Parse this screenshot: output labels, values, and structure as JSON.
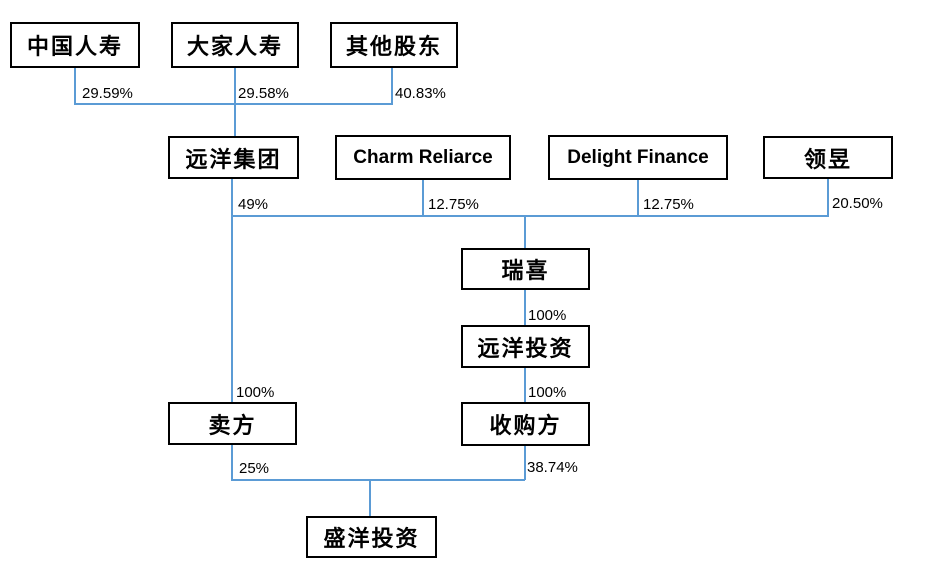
{
  "diagram": {
    "type": "shareholding-structure-flowchart",
    "background_color": "#ffffff",
    "box_border_color": "#000000",
    "connector_color": "#5B9BD5",
    "nodes": [
      {
        "id": "china-life",
        "label": "中国人寿"
      },
      {
        "id": "dajia-life",
        "label": "大家人寿"
      },
      {
        "id": "other-shareholders",
        "label": "其他股东"
      },
      {
        "id": "sino-ocean-group",
        "label": "远洋集团"
      },
      {
        "id": "charm-reliarce",
        "label": "Charm Reliarce"
      },
      {
        "id": "delight-finance",
        "label": "Delight Finance"
      },
      {
        "id": "lingyu",
        "label": "领昱"
      },
      {
        "id": "ruixi",
        "label": "瑞喜"
      },
      {
        "id": "sino-ocean-investment",
        "label": "远洋投资"
      },
      {
        "id": "seller",
        "label": "卖方"
      },
      {
        "id": "acquirer",
        "label": "收购方"
      },
      {
        "id": "shengyang-investment",
        "label": "盛洋投资"
      }
    ],
    "edges": [
      {
        "from": "中国人寿",
        "to": "远洋集团",
        "stake": "29.59%"
      },
      {
        "from": "大家人寿",
        "to": "远洋集团",
        "stake": "29.58%"
      },
      {
        "from": "其他股东",
        "to": "远洋集团",
        "stake": "40.83%"
      },
      {
        "from": "远洋集团",
        "to": "瑞喜",
        "stake": "49%"
      },
      {
        "from": "Charm Reliarce",
        "to": "瑞喜",
        "stake": "12.75%"
      },
      {
        "from": "Delight Finance",
        "to": "瑞喜",
        "stake": "12.75%"
      },
      {
        "from": "领昱",
        "to": "瑞喜",
        "stake": "20.50%"
      },
      {
        "from": "瑞喜",
        "to": "远洋投资",
        "stake": "100%"
      },
      {
        "from": "远洋投资",
        "to": "收购方",
        "stake": "100%"
      },
      {
        "from": "远洋集团",
        "to": "卖方",
        "stake": "100%"
      },
      {
        "from": "卖方",
        "to": "盛洋投资",
        "stake": "25%"
      },
      {
        "from": "收购方",
        "to": "盛洋投资",
        "stake": "38.74%"
      }
    ]
  }
}
